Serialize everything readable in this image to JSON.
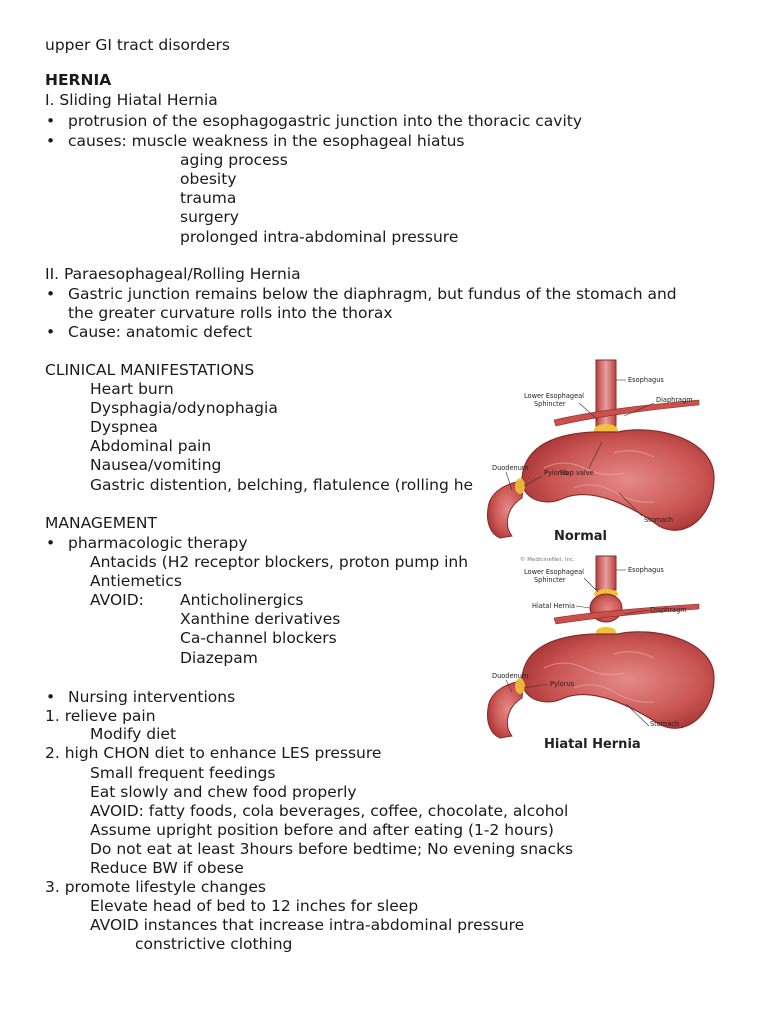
{
  "doc": {
    "title": "upper GI tract disorders",
    "heading": "HERNIA",
    "sliding": {
      "title": "I. Sliding Hiatal Hernia",
      "b1": "protrusion of the esophagogastric junction into the thoracic cavity",
      "b2": "causes: muscle weakness in the esophageal hiatus",
      "causes": [
        "aging process",
        "obesity",
        "trauma",
        "surgery",
        "prolonged intra-abdominal pressure"
      ]
    },
    "rolling": {
      "title": "II. Paraesophageal/Rolling Hernia",
      "b1_l1": "Gastric junction remains below the diaphragm, but fundus of the stomach and",
      "b1_l2": "the greater curvature rolls into the thorax",
      "b2": "Cause:   anatomic defect"
    },
    "clinical": {
      "title": "CLINICAL MANIFESTATIONS",
      "items": [
        "Heart burn",
        "Dysphagia/odynophagia",
        "Dyspnea",
        "Abdominal pain",
        "Nausea/vomiting",
        "Gastric distention, belching, flatulence (rolling he"
      ]
    },
    "management": {
      "title": "MANAGEMENT",
      "pharm": "pharmacologic therapy",
      "antacids": "Antacids (H2 receptor blockers, proton pump inh",
      "antiemetics": "Antiemetics",
      "avoid_label": "AVOID:",
      "avoid": [
        "Anticholinergics",
        "Xanthine derivatives",
        "Ca-channel blockers",
        "Diazepam"
      ],
      "nursing": "Nursing interventions",
      "n1": "1. relieve pain",
      "n1_items": [
        "Modify diet"
      ],
      "n2": "2. high CHON diet to enhance LES pressure",
      "n2_items": [
        "Small frequent feedings",
        "Eat slowly and chew food properly",
        "AVOID: fatty foods, cola beverages, coffee, chocolate, alcohol",
        "Assume upright position before and after eating (1-2 hours)",
        "Do not eat at least 3hours before bedtime; No evening snacks",
        "Reduce BW if obese"
      ],
      "n3": "3. promote lifestyle changes",
      "n3_items": [
        "Elevate head of bed to 12 inches for sleep",
        "AVOID instances that increase intra-abdominal pressure"
      ],
      "n3_sub": "constrictive clothing"
    }
  },
  "figure": {
    "normal": {
      "caption": "Normal",
      "labels": {
        "esophagus": "Esophagus",
        "les_l1": "Lower Esophageal",
        "les_l2": "Sphincter",
        "diaphragm": "Diaphragm",
        "flap": "Flap valve",
        "duodenum": "Duodenum",
        "pylorus": "Pylorus",
        "stomach": "Stomach"
      }
    },
    "copyright": "© MedicineNet, Inc.",
    "hiatal": {
      "caption": "Hiatal Hernia",
      "labels": {
        "esophagus": "Esophagus",
        "les_l1": "Lower Esophageal",
        "les_l2": "Sphincter",
        "hernia": "Hiatal Hernia",
        "diaphragm": "Diaphragm",
        "duodenum": "Duodenum",
        "pylorus": "Pylorus",
        "stomach": "Stomach"
      }
    }
  }
}
